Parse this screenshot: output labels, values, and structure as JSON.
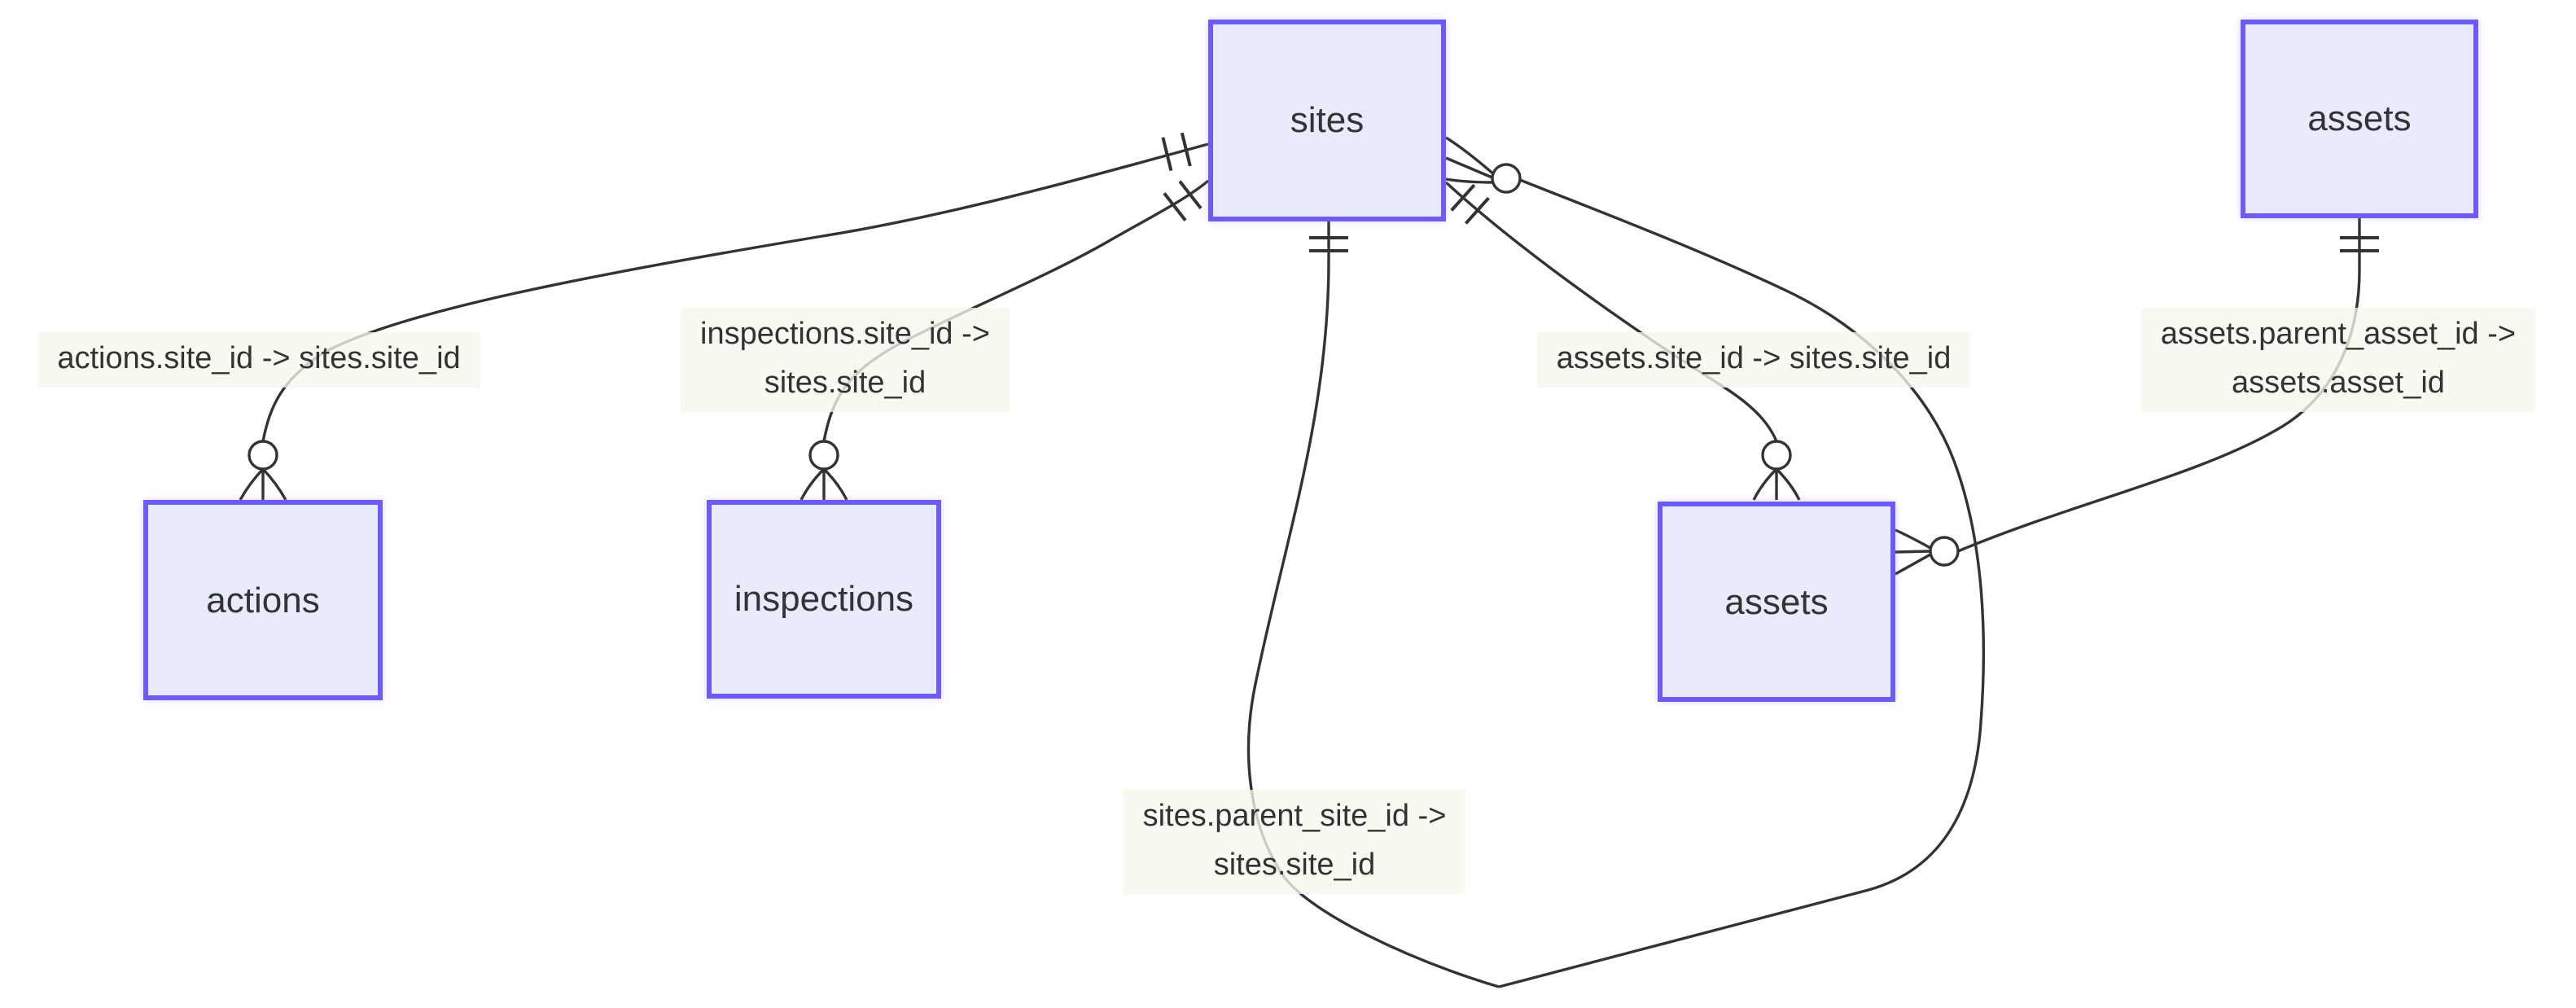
{
  "diagram": {
    "type": "entity-relationship-diagram",
    "background_color": "#ffffff",
    "edge_color": "#333333",
    "node_fill": "#E9EAFB",
    "node_border_color": "#6C5BF5",
    "node_text_color": "#333333",
    "label_background": "#F6F9EE"
  },
  "entities": [
    {
      "id": "sites",
      "label": "sites"
    },
    {
      "id": "actions",
      "label": "actions"
    },
    {
      "id": "inspections",
      "label": "inspections"
    },
    {
      "id": "assets",
      "label": "assets"
    },
    {
      "id": "assets-self",
      "label": "assets"
    }
  ],
  "relationships": [
    {
      "id": "actions-sites",
      "label_lines": [
        "actions.site_id -> sites.site_id"
      ],
      "from": "actions",
      "to": "sites",
      "from_marker": "zero-or-many (circle + crow's foot)",
      "to_marker": "one (double tick)"
    },
    {
      "id": "inspections-sites",
      "label_lines": [
        "inspections.site_id ->",
        "sites.site_id"
      ],
      "from": "inspections",
      "to": "sites",
      "from_marker": "zero-or-many (circle + crow's foot)",
      "to_marker": "one (double tick)"
    },
    {
      "id": "assets-sites",
      "label_lines": [
        "assets.site_id -> sites.site_id"
      ],
      "from": "assets",
      "to": "sites",
      "from_marker": "zero-or-many (circle + crow's foot)",
      "to_marker": "one (double tick)"
    },
    {
      "id": "assets-parent-asset",
      "label_lines": [
        "assets.parent_asset_id ->",
        "assets.asset_id"
      ],
      "from": "assets",
      "to": "assets-self",
      "from_marker": "zero-or-many (circle + crow's foot)",
      "to_marker": "one (double tick)"
    },
    {
      "id": "sites-parent-site",
      "label_lines": [
        "sites.parent_site_id ->",
        "sites.site_id"
      ],
      "from": "sites",
      "to": "sites",
      "from_marker": "zero-or-many (circle + crow's foot)",
      "to_marker": "one (double tick)"
    }
  ]
}
